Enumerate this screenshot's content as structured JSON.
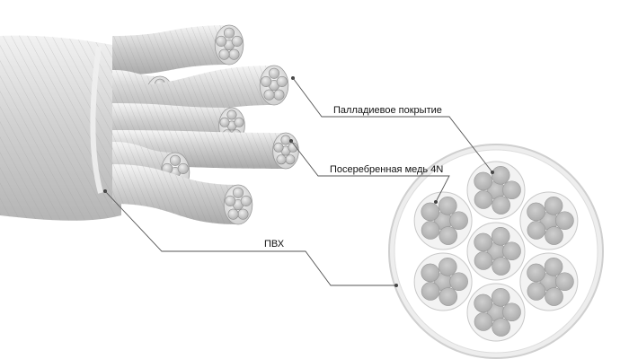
{
  "labels": {
    "palladium": "Палладиевое покрытие",
    "silver_copper": "Посеребренная медь 4N",
    "pvc": "ПВХ"
  },
  "colors": {
    "background": "#ffffff",
    "wire_light": "#e6e6e6",
    "wire_mid": "#c4c4c4",
    "wire_dark": "#8f8f8f",
    "strand_fill": "#b8b8b8",
    "jacket_fill": "#f4f4f4",
    "leader_line": "#555555"
  }
}
